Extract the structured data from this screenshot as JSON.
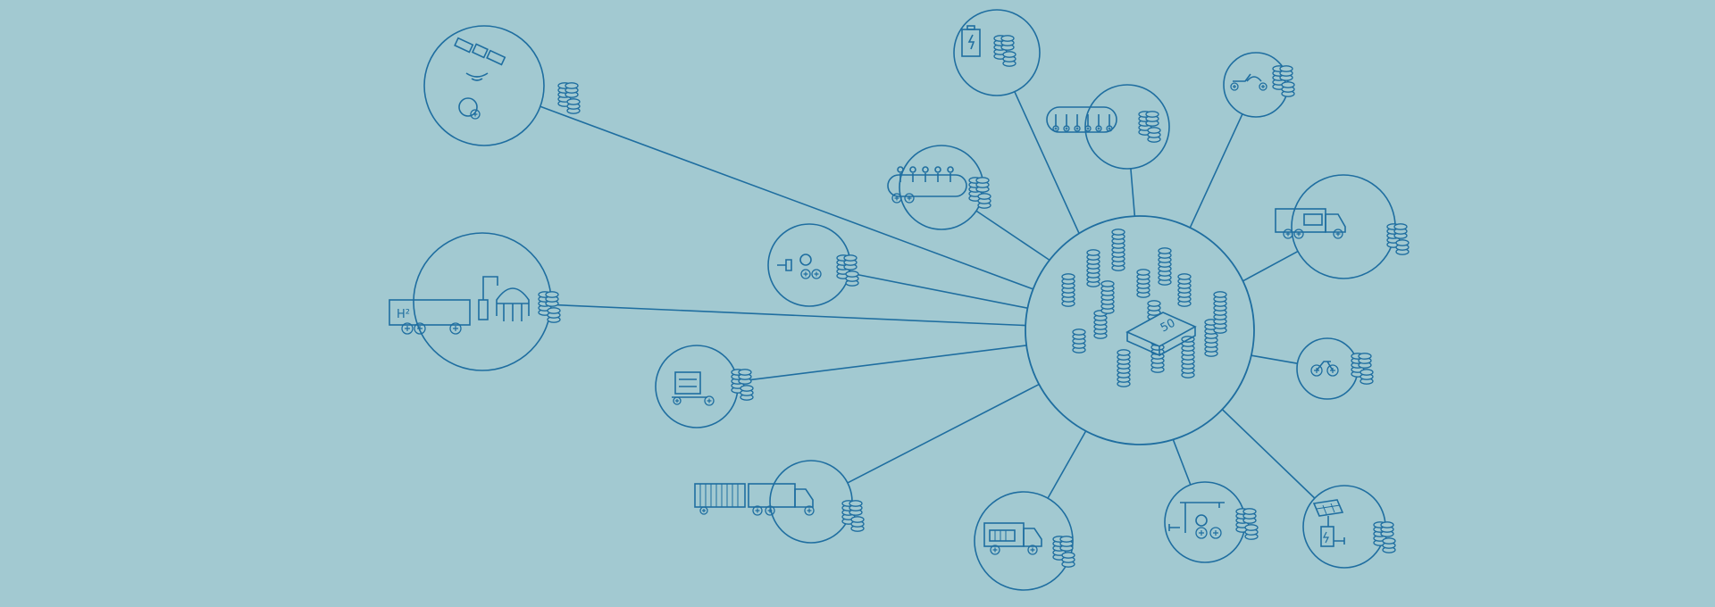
{
  "colors": {
    "background": "#a2c9d1",
    "line": "#1f6ea0"
  },
  "hub": {
    "icon": "money-stacks-hub-icon",
    "banknote_label": "50"
  },
  "nodes": [
    {
      "key": "satellite",
      "icon": "satellite-signal-icon"
    },
    {
      "key": "battery",
      "icon": "battery-icon"
    },
    {
      "key": "scooters",
      "icon": "e-scooter-fleet-icon"
    },
    {
      "key": "moped",
      "icon": "electric-moped-icon"
    },
    {
      "key": "bus",
      "icon": "electric-bus-icon"
    },
    {
      "key": "h2-truck-station",
      "icon": "hydrogen-truck-station-icon",
      "label": "H²"
    },
    {
      "key": "charger",
      "icon": "ev-charger-plug-icon"
    },
    {
      "key": "ev-truck",
      "icon": "electric-truck-icon"
    },
    {
      "key": "cargo-bike",
      "icon": "cargo-bike-icon"
    },
    {
      "key": "bicycle",
      "icon": "e-bicycle-icon"
    },
    {
      "key": "container-truck",
      "icon": "container-truck-icon"
    },
    {
      "key": "battery-truck",
      "icon": "battery-truck-icon"
    },
    {
      "key": "carport",
      "icon": "solar-carport-icon"
    },
    {
      "key": "solar-panel",
      "icon": "solar-panel-charger-icon"
    }
  ]
}
